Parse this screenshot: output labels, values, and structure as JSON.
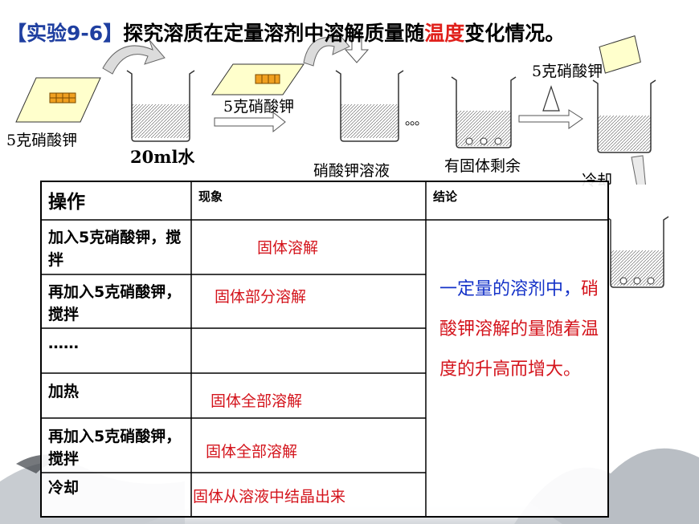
{
  "title": {
    "bracket_open": "【",
    "experiment": "实验9-6",
    "bracket_close": "】",
    "text_a": "探究溶质在定量溶剂中溶解质量随",
    "highlight": "温度",
    "text_b": "变化情况。"
  },
  "diagram": {
    "salt_label_1": "5克硝酸钾",
    "water_label": "20ml水",
    "salt_label_2": "5克硝酸钾",
    "solution_label": "硝酸钾溶液",
    "dots": "。。。",
    "residue_label": "有固体剩余",
    "salt_label_3": "5克硝酸钾",
    "heat_symbol": "",
    "cool_label": "冷却"
  },
  "table": {
    "headers": [
      "操作",
      "现象",
      "结论"
    ],
    "rows": [
      {
        "operation": "加入5克硝酸钾，搅拌",
        "observation": "固体溶解"
      },
      {
        "operation": "再加入5克硝酸钾，搅拌",
        "observation": "固体部分溶解"
      },
      {
        "operation": "……",
        "observation": ""
      },
      {
        "operation": "加热",
        "observation": "固体全部溶解"
      },
      {
        "operation": "再加入5克硝酸钾，搅拌",
        "observation": "固体全部溶解"
      },
      {
        "operation": "冷却",
        "observation": "固体从溶液中结晶出来"
      }
    ],
    "conclusion_part1": "一定量的溶剂中，",
    "conclusion_part2": "硝酸钾溶解的量随着温度的升高而增大。"
  },
  "colors": {
    "title_bracket": "#1f3fa0",
    "highlight": "#e0201b",
    "observation": "#d4141c",
    "conclusion_blue": "#1432c8",
    "paper": "#ffffcc",
    "salt": "#f0a020"
  }
}
